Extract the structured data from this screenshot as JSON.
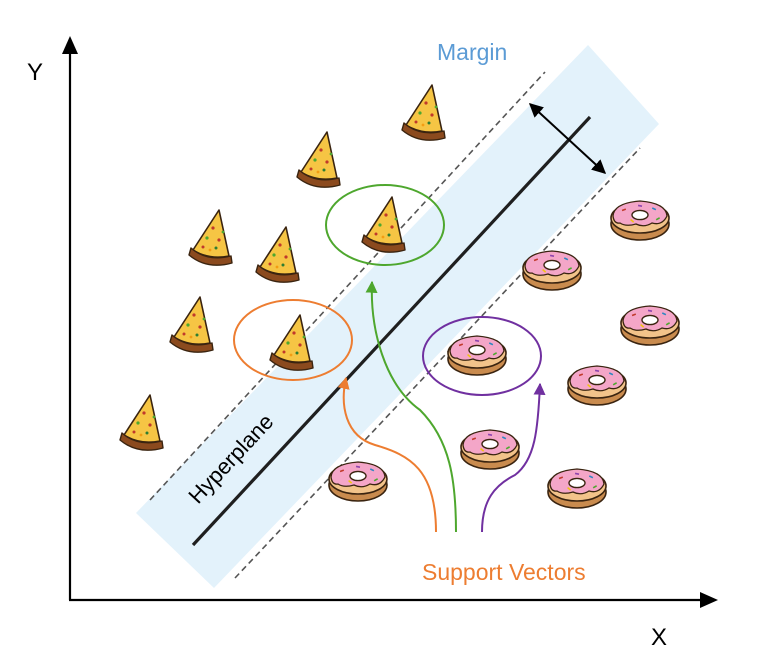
{
  "labels": {
    "y_axis": "Y",
    "x_axis": "X",
    "margin": "Margin",
    "hyperplane": "Hyperplane",
    "support_vectors": "Support Vectors"
  },
  "colors": {
    "margin_text": "#5b9bd5",
    "margin_band": "#e3f2fb",
    "support_text": "#ed7d31",
    "orange": "#ed7d31",
    "green": "#4ea72e",
    "purple": "#7030a0",
    "axis": "#000000",
    "hyperplane": "#1f1f1f",
    "pizza_crust": "#8b4a1e",
    "pizza_cheese": "#f6c544",
    "pizza_sauce": "#c0392b",
    "donut_dough": "#f2c38a",
    "donut_icing": "#f4a6c8"
  },
  "icons": {
    "pizza": "pizza-slice-icon",
    "donut": "donut-icon"
  }
}
